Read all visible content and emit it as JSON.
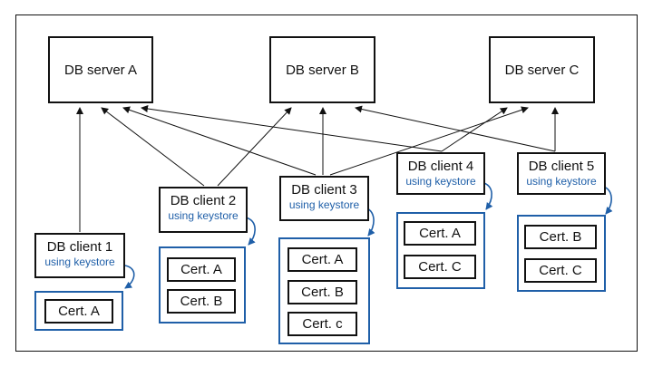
{
  "servers": [
    {
      "id": "a",
      "label": "DB server A"
    },
    {
      "id": "b",
      "label": "DB server B"
    },
    {
      "id": "c",
      "label": "DB server C"
    }
  ],
  "clients": [
    {
      "id": "1",
      "label": "DB client 1",
      "sub": "using keystore",
      "certs": [
        "Cert. A"
      ],
      "connects_to": [
        "a"
      ]
    },
    {
      "id": "2",
      "label": "DB client 2",
      "sub": "using keystore",
      "certs": [
        "Cert. A",
        "Cert. B"
      ],
      "connects_to": [
        "a",
        "b"
      ]
    },
    {
      "id": "3",
      "label": "DB client 3",
      "sub": "using keystore",
      "certs": [
        "Cert. A",
        "Cert. B",
        "Cert. c"
      ],
      "connects_to": [
        "a",
        "b",
        "c"
      ]
    },
    {
      "id": "4",
      "label": "DB client 4",
      "sub": "using keystore",
      "certs": [
        "Cert. A",
        "Cert. C"
      ],
      "connects_to": [
        "a",
        "c"
      ]
    },
    {
      "id": "5",
      "label": "DB client 5",
      "sub": "using keystore",
      "certs": [
        "Cert. B",
        "Cert. C"
      ],
      "connects_to": [
        "b",
        "c"
      ]
    }
  ],
  "colors": {
    "keystore": "#1f5fa8",
    "line": "#111111"
  }
}
